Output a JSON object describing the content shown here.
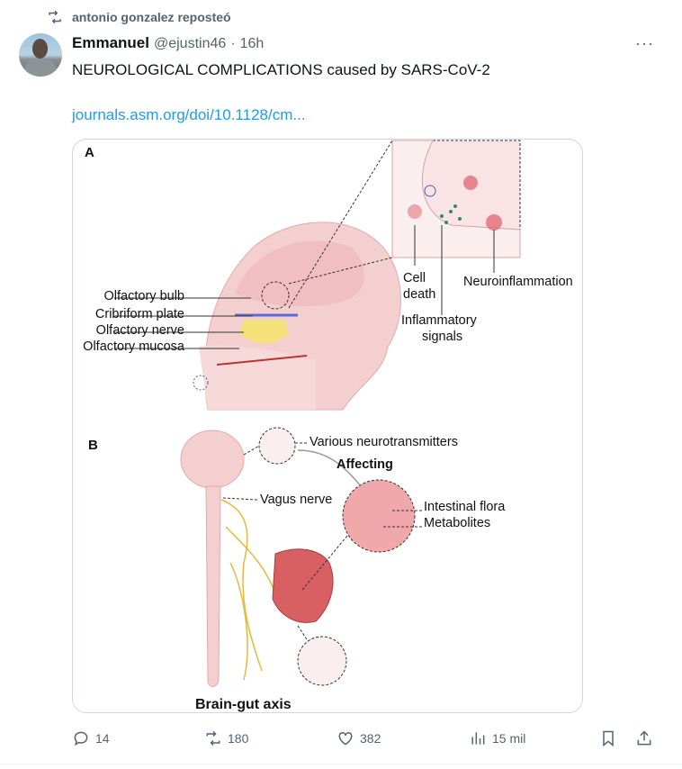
{
  "repost": {
    "icon": "repost-icon",
    "text": "antonio gonzalez reposteó"
  },
  "tweet": {
    "author_name": "Emmanuel",
    "handle": "@ejustin46",
    "separator": "·",
    "time": "16h",
    "more": "···",
    "text": "NEUROLOGICAL COMPLICATIONS caused by SARS-CoV-2",
    "link": "journals.asm.org/doi/10.1128/cm..."
  },
  "figure": {
    "panel_a": "A",
    "panel_b": "B",
    "a_labels": [
      "Olfactory bulb",
      "Cribriform plate",
      "Olfactory nerve",
      "Olfactory mucosa"
    ],
    "cell_death": [
      "Cell",
      "death"
    ],
    "neuroinflammation": "Neuroinflammation",
    "inflammatory": [
      "Inflammatory",
      "signals"
    ],
    "neurotransmitters": "Various neurotransmitters",
    "affecting": "Affecting",
    "vagus": "Vagus nerve",
    "flora": "Intestinal flora",
    "metabolites": "Metabolites",
    "axis": "Brain-gut axis"
  },
  "actions": {
    "replies": "14",
    "reposts": "180",
    "likes": "382",
    "views": "15 mil"
  },
  "colors": {
    "link": "#1d9bf0",
    "muted": "#536471",
    "tissue": "#f2c4c6",
    "nerve": "#e8b93a"
  }
}
